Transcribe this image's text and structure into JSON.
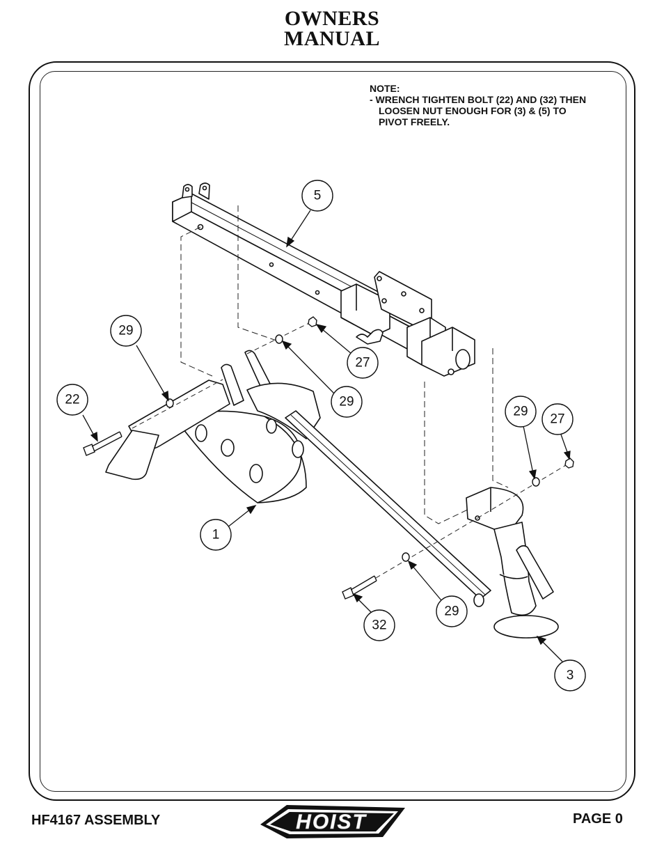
{
  "header": {
    "title_line1": "OWNERS",
    "title_line2": "MANUAL"
  },
  "note": {
    "heading": "NOTE:",
    "line1": "- WRENCH TIGHTEN BOLT (22) AND (32) THEN",
    "line2": "LOOSEN NUT ENOUGH FOR (3) & (5) TO",
    "line3": "PIVOT FREELY."
  },
  "callouts": {
    "c5": "5",
    "c29_upper_left": "29",
    "c22": "22",
    "c27_upper": "27",
    "c29_center": "29",
    "c1": "1",
    "c29_right": "29",
    "c27_right": "27",
    "c32": "32",
    "c29_lower": "29",
    "c3": "3"
  },
  "footer": {
    "left": "HF4167 ASSEMBLY",
    "logo_text": "HOIST",
    "right": "PAGE 0"
  }
}
